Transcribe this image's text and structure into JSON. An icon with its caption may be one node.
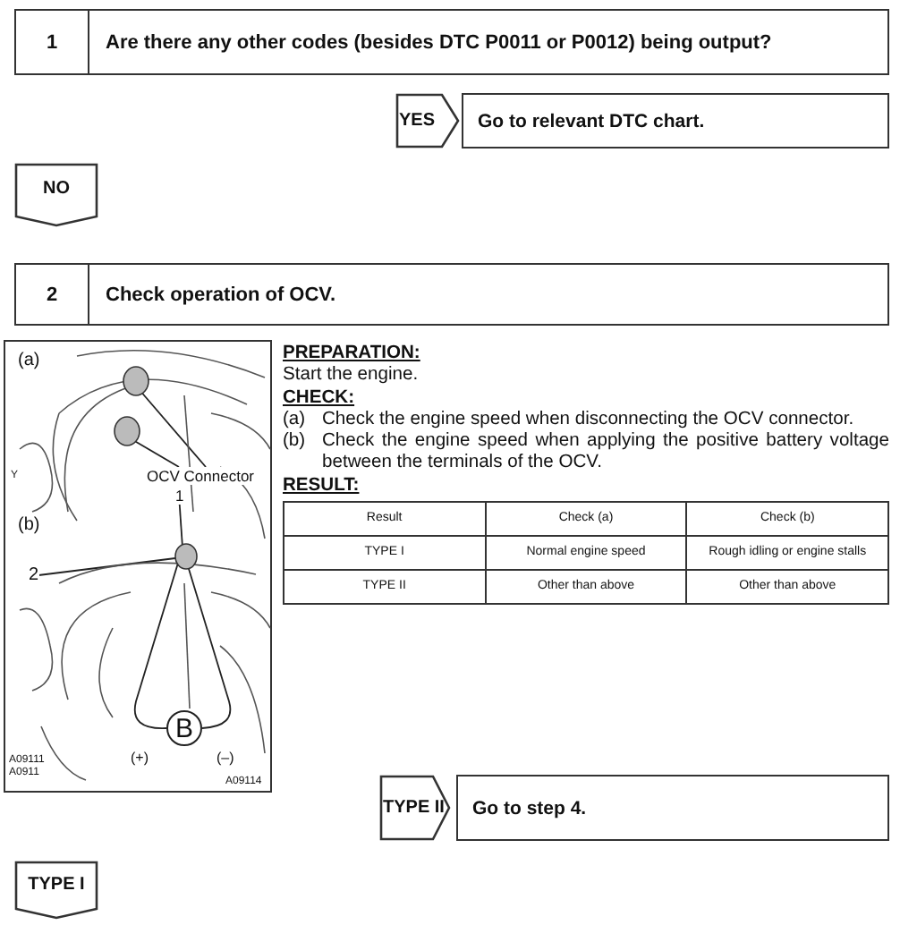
{
  "diagram": {
    "nodes": [
      {
        "text": [
          "1",
          "Are there any other codes (besides DTC P0011 or P0012) being output?"
        ]
      },
      {
        "text": [
          "YES"
        ]
      },
      {
        "text": [
          "Go to relevant DTC chart."
        ]
      },
      {
        "text": [
          "NO"
        ]
      },
      {
        "text": [
          "2",
          "Check operation of OCV."
        ]
      },
      {
        "text": [
          "OCV Connector"
        ]
      },
      {
        "text": [
          "1"
        ]
      },
      {
        "text": [
          "2"
        ]
      },
      {
        "text": [
          "B"
        ]
      },
      {
        "text": [
          "TYPE II"
        ]
      },
      {
        "text": [
          "Go to step 4."
        ]
      },
      {
        "text": [
          "TYPE I"
        ]
      }
    ],
    "edges": [
      {
        "from": 5,
        "to": null,
        "arrow": "none"
      },
      {
        "from": 5,
        "to": null,
        "arrow": "none"
      },
      {
        "from": 6,
        "to": null,
        "arrow": "none"
      },
      {
        "from": 7,
        "to": null,
        "arrow": "none"
      },
      {
        "from": 8,
        "to": null,
        "arrow": "none"
      },
      {
        "from": 8,
        "to": null,
        "arrow": "none"
      }
    ],
    "labels": [
      "(a)",
      "Y",
      "(b)",
      "(+)",
      "(–)",
      "A09111 A0911",
      "A09114",
      "PREPARATION:",
      "Start the engine.",
      "CHECK:",
      "(a)",
      "Check the engine speed when disconnecting the OCV connector.",
      "(b)",
      "Check the engine speed when applying the positive battery voltage between the terminals of the OCV.",
      "RESULT:",
      "Result",
      "Check (a)",
      "Check (b)",
      "TYPE I",
      "Normal engine speed",
      "Rough idling or engine stalls",
      "TYPE II",
      "Other than above",
      "Other than above"
    ]
  }
}
